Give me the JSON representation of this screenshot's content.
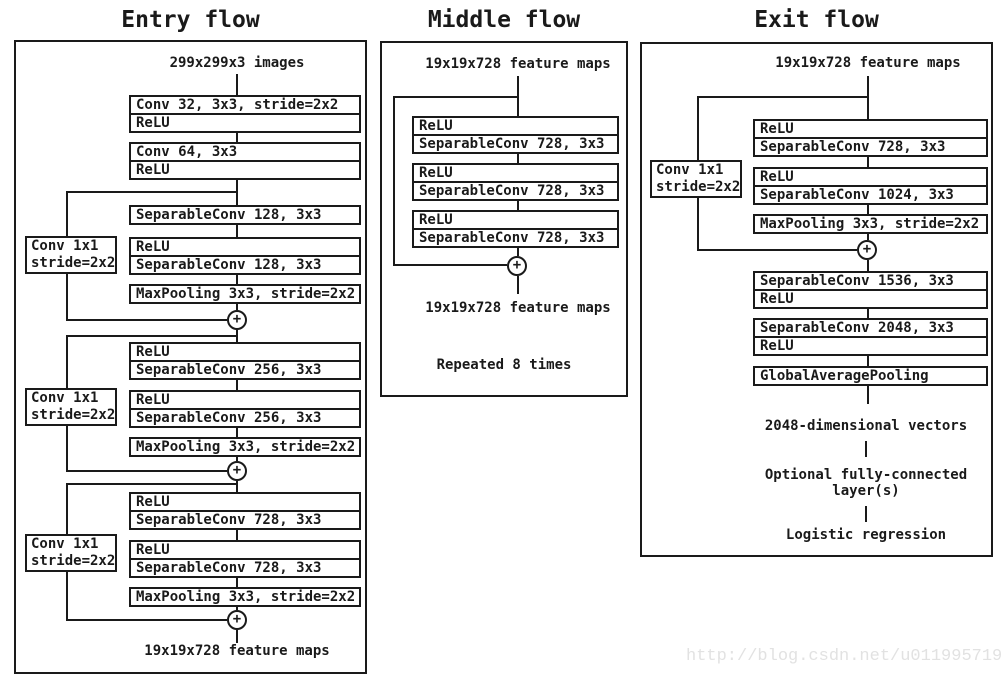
{
  "colors": {
    "line": "#1a1a1a",
    "text": "#1a1a1a",
    "background": "#ffffff",
    "watermark": "#e2e2e2"
  },
  "plus": "+",
  "watermark": "http://blog.csdn.net/u011995719",
  "entry": {
    "title": "Entry flow",
    "input_label": "299x299x3 images",
    "output_label": "19x19x728 feature maps",
    "blocks": {
      "conv32": {
        "r1": "Conv 32, 3x3, stride=2x2",
        "r2": "ReLU"
      },
      "conv64": {
        "r1": "Conv 64, 3x3",
        "r2": "ReLU"
      },
      "sep128a": {
        "r1": "SeparableConv 128, 3x3"
      },
      "sep128b": {
        "r1": "ReLU",
        "r2": "SeparableConv 128, 3x3"
      },
      "maxpool1": {
        "r1": "MaxPooling 3x3, stride=2x2"
      },
      "sep256a": {
        "r1": "ReLU",
        "r2": "SeparableConv 256, 3x3"
      },
      "sep256b": {
        "r1": "ReLU",
        "r2": "SeparableConv 256, 3x3"
      },
      "maxpool2": {
        "r1": "MaxPooling 3x3, stride=2x2"
      },
      "sep728a": {
        "r1": "ReLU",
        "r2": "SeparableConv 728, 3x3"
      },
      "sep728b": {
        "r1": "ReLU",
        "r2": "SeparableConv 728, 3x3"
      },
      "maxpool3": {
        "r1": "MaxPooling 3x3, stride=2x2"
      }
    },
    "shortcuts": [
      {
        "r1": "Conv 1x1",
        "r2": "stride=2x2"
      },
      {
        "r1": "Conv 1x1",
        "r2": "stride=2x2"
      },
      {
        "r1": "Conv 1x1",
        "r2": "stride=2x2"
      }
    ]
  },
  "middle": {
    "title": "Middle flow",
    "input_label": "19x19x728 feature maps",
    "output_label": "19x19x728 feature maps",
    "note": "Repeated 8 times",
    "blocks": [
      {
        "r1": "ReLU",
        "r2": "SeparableConv 728, 3x3"
      },
      {
        "r1": "ReLU",
        "r2": "SeparableConv 728, 3x3"
      },
      {
        "r1": "ReLU",
        "r2": "SeparableConv 728, 3x3"
      }
    ]
  },
  "exit": {
    "title": "Exit flow",
    "input_label": "19x19x728 feature maps",
    "shortcut": {
      "r1": "Conv 1x1",
      "r2": "stride=2x2"
    },
    "blocks": {
      "sep728": {
        "r1": "ReLU",
        "r2": "SeparableConv 728, 3x3"
      },
      "sep1024": {
        "r1": "ReLU",
        "r2": "SeparableConv 1024, 3x3"
      },
      "maxpool": {
        "r1": "MaxPooling 3x3, stride=2x2"
      },
      "sep1536": {
        "r1": "SeparableConv 1536, 3x3",
        "r2": "ReLU"
      },
      "sep2048": {
        "r1": "SeparableConv 2048, 3x3",
        "r2": "ReLU"
      },
      "gap": {
        "r1": "GlobalAveragePooling"
      }
    },
    "vectors_label": "2048-dimensional vectors",
    "fc_label_line1": "Optional fully-connected",
    "fc_label_line2": "layer(s)",
    "logistic_label": "Logistic regression"
  }
}
